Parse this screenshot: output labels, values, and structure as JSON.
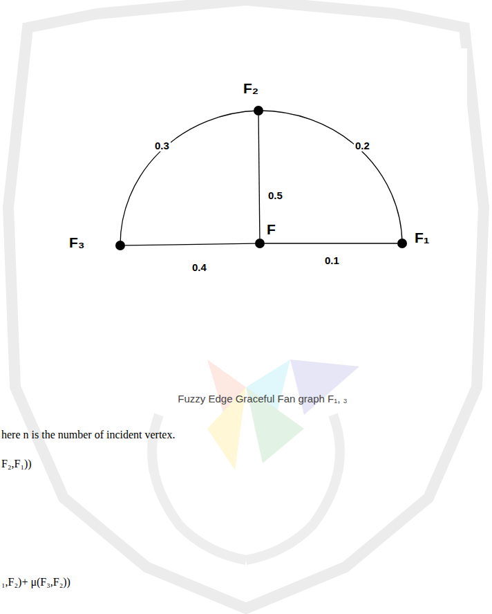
{
  "diagram": {
    "caption": "Fuzzy Edge Graceful Fan graph F₁, ₃",
    "nodes": [
      {
        "text": [
          "F₂"
        ]
      },
      {
        "text": [
          "F₃"
        ]
      },
      {
        "text": [
          "F"
        ]
      },
      {
        "text": [
          "F₁"
        ]
      }
    ],
    "edges": [
      {
        "from": 2,
        "to": 3,
        "label": "0.1",
        "arrow": "none"
      },
      {
        "from": 3,
        "to": 0,
        "label": "0.2",
        "arrow": "none"
      },
      {
        "from": 0,
        "to": 1,
        "label": "0.3",
        "arrow": "none"
      },
      {
        "from": 1,
        "to": 2,
        "label": "0.4",
        "arrow": "none"
      },
      {
        "from": 2,
        "to": 0,
        "label": "0.5",
        "arrow": "none"
      }
    ],
    "labels": [
      "here n is the number of incident vertex.",
      "F₂,F₁))",
      "₁,F₂)+ μ(F₃,F₂))"
    ]
  }
}
